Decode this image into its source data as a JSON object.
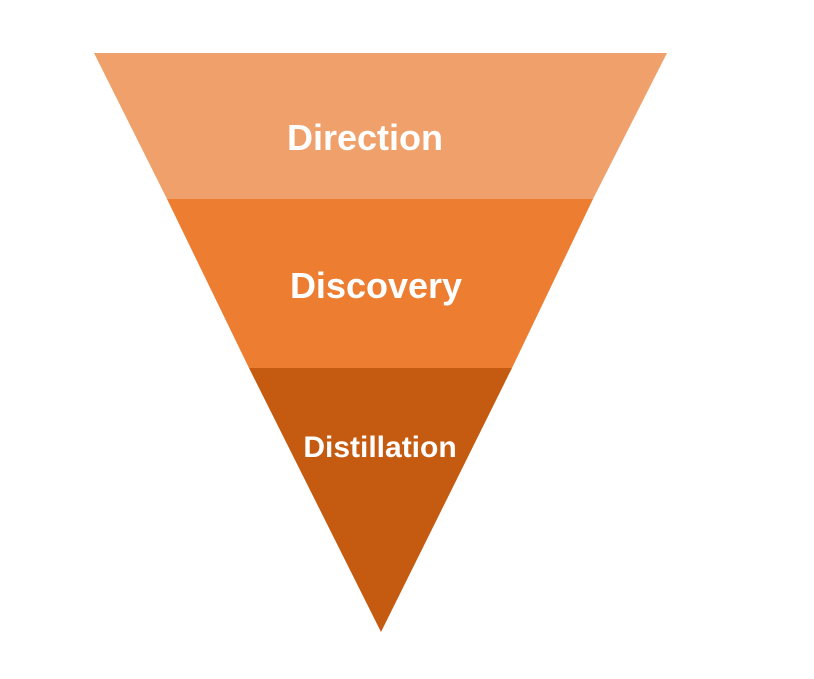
{
  "diagram": {
    "type": "inverted-funnel",
    "stages": [
      {
        "label": "Direction",
        "color": "#F0A06A"
      },
      {
        "label": "Discovery",
        "color": "#EC7D31"
      },
      {
        "label": "Distillation",
        "color": "#C55A11"
      }
    ]
  }
}
